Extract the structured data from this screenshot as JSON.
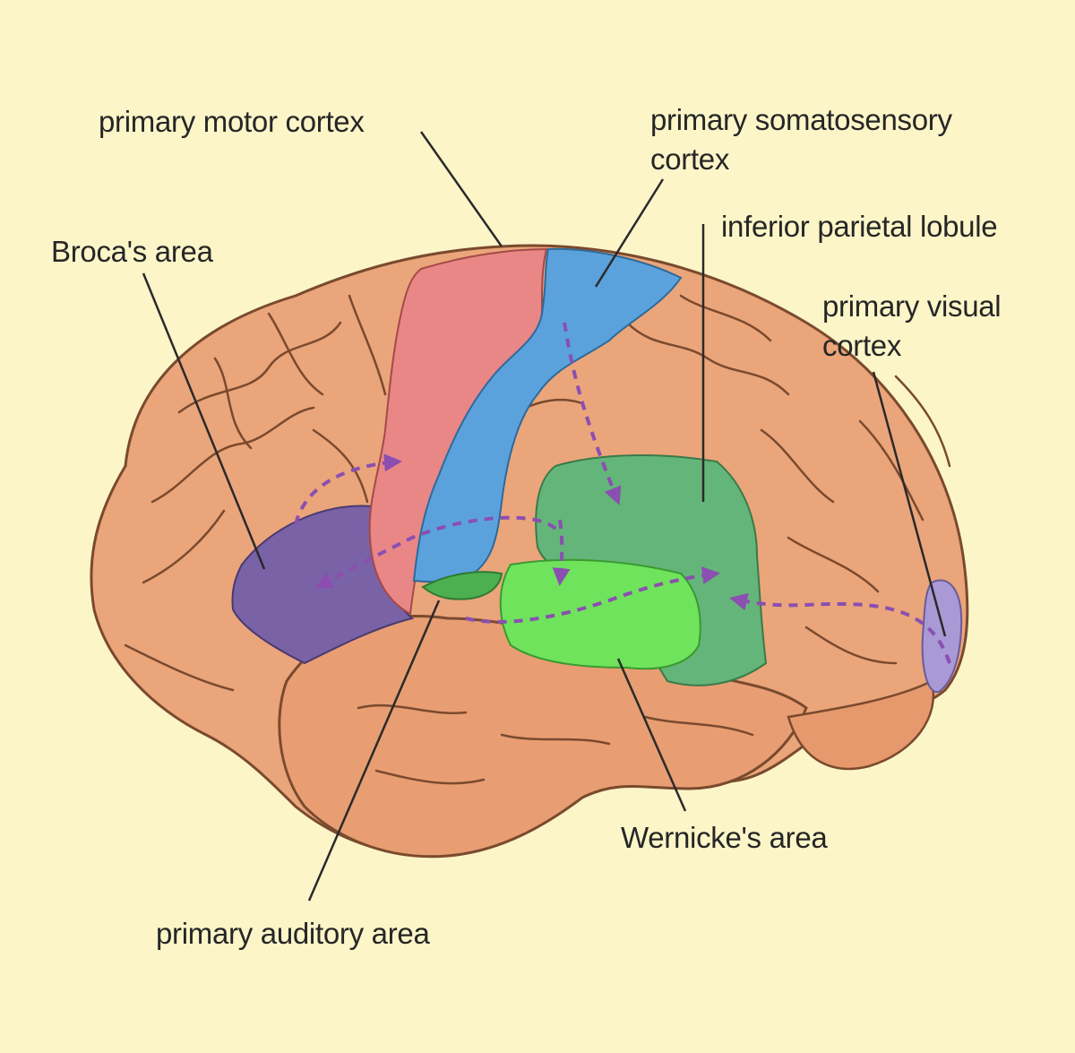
{
  "labels": {
    "primary_motor_cortex": "primary motor cortex",
    "primary_somatosensory_cortex": [
      "primary somatosensory",
      "cortex"
    ],
    "inferior_parietal_lobule": "inferior parietal lobule",
    "brocas_area": "Broca's area",
    "primary_visual_cortex": [
      "primary visual",
      "cortex"
    ],
    "wernickes_area": "Wernicke's area",
    "primary_auditory_area": "primary auditory area"
  },
  "colors": {
    "background": "#fbf5c8",
    "brain_tissue": "#eba57a",
    "sulcus_lines": "#7a4a2e",
    "primary_motor_cortex": "#e88786",
    "primary_somatosensory_cortex": "#5ba2dd",
    "brocas_area": "#7a62a6",
    "inferior_parietal_lobule": "#64b57a",
    "wernickes_area": "#6fe35c",
    "primary_auditory_area": "#4caf50",
    "primary_visual_cortex": "#a99ad6",
    "pathway_arrows": "#8a4fb0",
    "leader_lines": "#2a2a2a"
  }
}
